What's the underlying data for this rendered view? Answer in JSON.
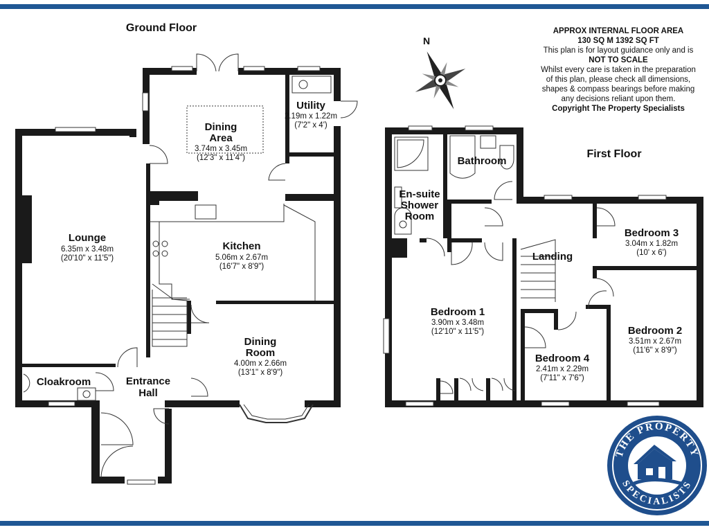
{
  "floors": {
    "ground": {
      "title": "Ground Floor"
    },
    "first": {
      "title": "First Floor"
    }
  },
  "rooms": {
    "lounge": {
      "name": "Lounge",
      "metric": "6.35m x 3.48m",
      "imperial": "(20'10\" x 11'5\")"
    },
    "dining_area": {
      "name_line1": "Dining",
      "name_line2": "Area",
      "metric": "3.74m x 3.45m",
      "imperial": "(12'3\" x 11'4\")"
    },
    "utility": {
      "name": "Utility",
      "metric": "2.19m x 1.22m",
      "imperial": "(7'2\" x 4')"
    },
    "kitchen": {
      "name": "Kitchen",
      "metric": "5.06m x 2.67m",
      "imperial": "(16'7\" x 8'9\")"
    },
    "dining_room": {
      "name_line1": "Dining",
      "name_line2": "Room",
      "metric": "4.00m x 2.66m",
      "imperial": "(13'1\" x 8'9\")"
    },
    "entrance_hall": {
      "name_line1": "Entrance",
      "name_line2": "Hall"
    },
    "cloakroom": {
      "name": "Cloakroom"
    },
    "bathroom": {
      "name": "Bathroom"
    },
    "ensuite": {
      "name_line1": "En-suite",
      "name_line2": "Shower",
      "name_line3": "Room"
    },
    "landing": {
      "name": "Landing"
    },
    "bedroom1": {
      "name": "Bedroom 1",
      "metric": "3.90m x 3.48m",
      "imperial": "(12'10\" x 11'5\")"
    },
    "bedroom2": {
      "name": "Bedroom 2",
      "metric": "3.51m x 2.67m",
      "imperial": "(11'6\" x 8'9\")"
    },
    "bedroom3": {
      "name": "Bedroom 3",
      "metric": "3.04m x 1.82m",
      "imperial": "(10' x 6')"
    },
    "bedroom4": {
      "name": "Bedroom 4",
      "metric": "2.41m x 2.29m",
      "imperial": "(7'11\" x 7'6\")"
    }
  },
  "notes": {
    "area_title": "APPROX INTERNAL FLOOR AREA",
    "area_value": "130 SQ M 1392 SQ FT",
    "line1": "This plan is for layout guidance only and is",
    "line2": "NOT TO SCALE",
    "line3": "Whilst every care is taken in the preparation",
    "line4": "of this plan, please check all dimensions,",
    "line5": "shapes & compass bearings before making",
    "line6": "any decisions reliant upon them.",
    "copyright": "Copyright The Property Specialists"
  },
  "compass": {
    "north_label": "N"
  },
  "logo": {
    "text_top": "THE PROPERTY",
    "text_bottom": "SPECIALISTS"
  },
  "colors": {
    "band": "#1f5794",
    "wall": "#1a1a1a",
    "logo_blue": "#1f4e8c"
  }
}
